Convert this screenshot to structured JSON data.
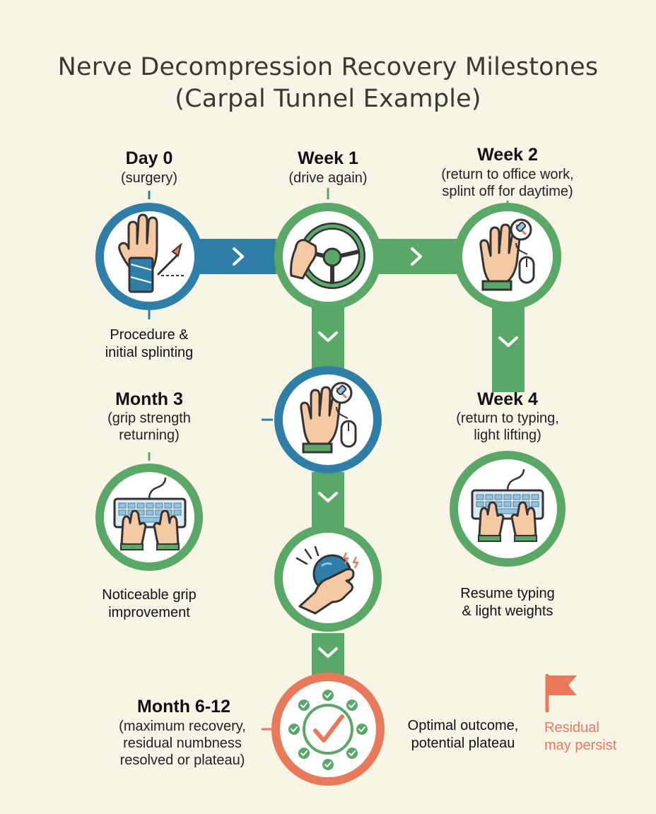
{
  "title_line1": "Nerve Decompression Recovery Milestones",
  "title_line2": "(Carpal Tunnel Example)",
  "milestones": {
    "day0": {
      "heading": "Day 0",
      "sub": "(surgery)",
      "desc1": "Procedure &",
      "desc2": "initial splinting"
    },
    "week1": {
      "heading": "Week 1",
      "sub": "(drive again)"
    },
    "week2": {
      "heading": "Week 2",
      "sub1": "(return to office work,",
      "sub2": "splint off for daytime)"
    },
    "month3": {
      "heading": "Month 3",
      "sub1": "(grip strength",
      "sub2": "returning)",
      "desc1": "Noticeable grip",
      "desc2": "improvement"
    },
    "week4": {
      "heading": "Week 4",
      "sub1": "(return to typing,",
      "sub2": "light lifting)",
      "desc1": "Resume typing",
      "desc2": "& light weights"
    },
    "month6_12": {
      "heading": "Month 6-12",
      "sub1": "(maximum recovery,",
      "sub2": "residual numbness",
      "sub3": "resolved or plateau)",
      "desc1": "Optimal outcome,",
      "desc2": "potential plateau"
    }
  },
  "flag_note": {
    "line1": "Residual",
    "line2": "may persist"
  },
  "icons": {
    "day0": "splinted-hand-scalpel-icon",
    "week1": "steering-wheel-icon",
    "week2": "hand-mouse-no-splint-icon",
    "center": "hand-mouse-no-splint-icon",
    "month3": "typing-hands-icon",
    "week4": "typing-hands-icon",
    "grip": "stress-ball-grip-icon",
    "final": "check-badge-icon",
    "flag": "flag-icon"
  },
  "colors": {
    "green": "#5aa868",
    "blue": "#2f7ea8",
    "coral": "#e8795b",
    "background": "#f8f4e6"
  }
}
